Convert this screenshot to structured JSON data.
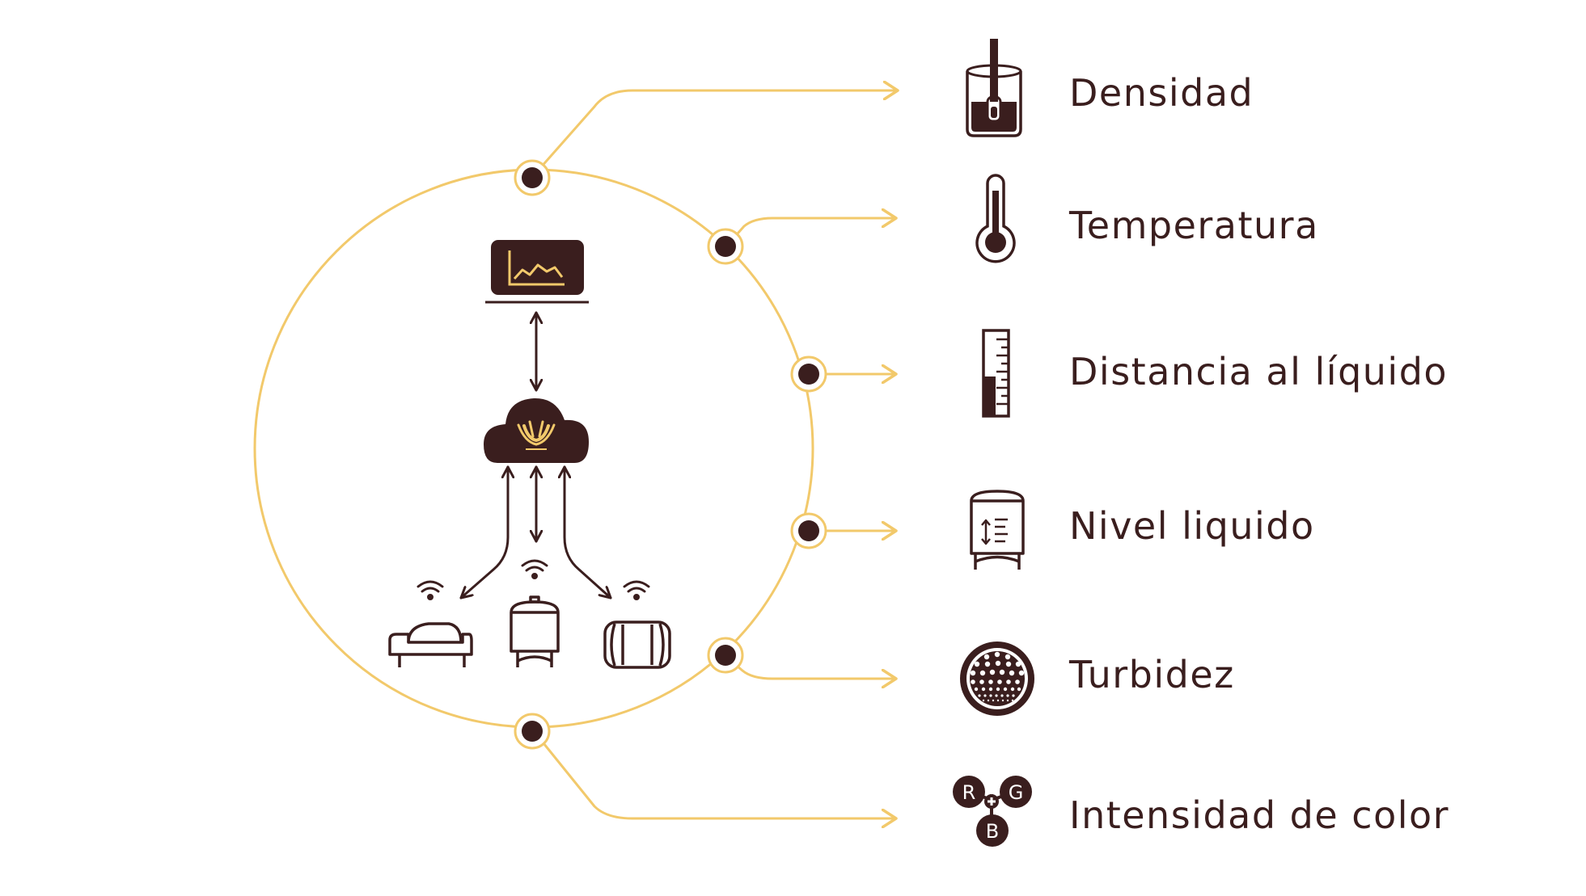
{
  "colors": {
    "accent": "#f2c96b",
    "dark": "#3a1e1e",
    "background": "#ffffff"
  },
  "sensors": [
    {
      "label": "Densidad",
      "icon": "hydrometer-beaker-icon"
    },
    {
      "label": "Temperatura",
      "icon": "thermometer-icon"
    },
    {
      "label": "Distancia al líquido",
      "icon": "ruler-gauge-icon"
    },
    {
      "label": "Nivel liquido",
      "icon": "tank-level-icon"
    },
    {
      "label": "Turbidez",
      "icon": "turbidity-lens-icon"
    },
    {
      "label": "Intensidad de color",
      "icon": "rgb-color-icon"
    }
  ],
  "rgb_icon_letters": {
    "r": "R",
    "g": "G",
    "b": "B"
  },
  "system_icons": [
    "laptop-chart-icon",
    "cloud-logo-icon",
    "wifi-icon",
    "grape-press-icon",
    "fermentation-tank-icon",
    "barrel-icon"
  ]
}
